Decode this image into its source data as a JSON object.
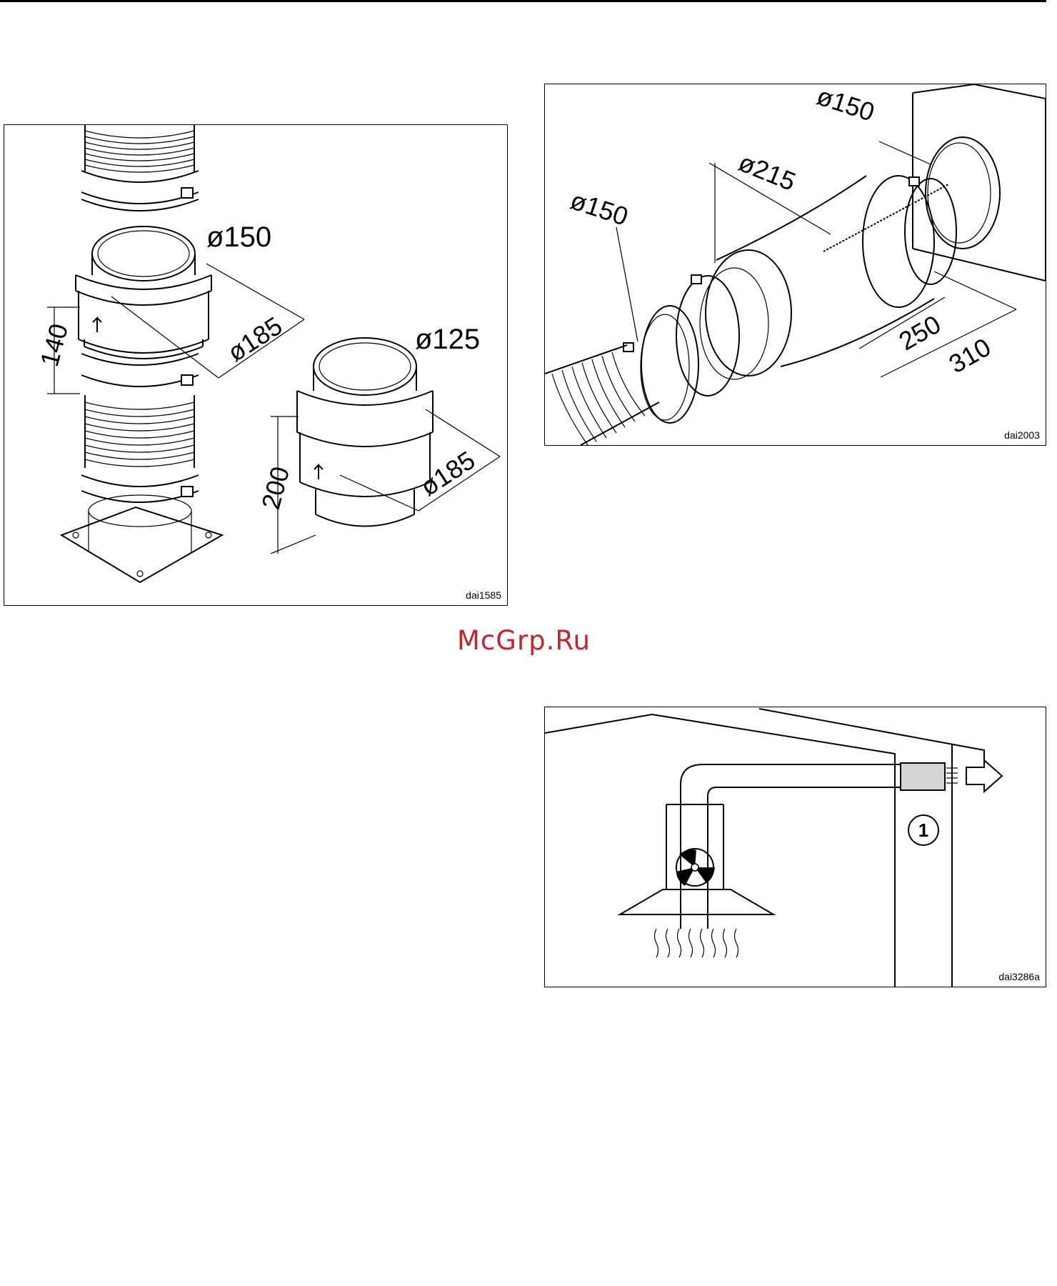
{
  "watermark": "McGrp.Ru",
  "figures": {
    "dai1585": {
      "id": "dai1585",
      "labels": {
        "d150": "ø150",
        "h140": "140",
        "d185_top": "ø185",
        "d125": "ø125",
        "h200": "200",
        "d185_bottom": "ø185"
      }
    },
    "dai2003": {
      "id": "dai2003",
      "labels": {
        "d150_left": "ø150",
        "d215": "ø215",
        "d150_right": "ø150",
        "l250": "250",
        "l310": "310"
      }
    },
    "dai3286a": {
      "id": "dai3286a",
      "callout": "1"
    }
  },
  "colors": {
    "watermark": "#c0262d",
    "line": "#000000",
    "silencer_fill": "#d4d4d4"
  }
}
